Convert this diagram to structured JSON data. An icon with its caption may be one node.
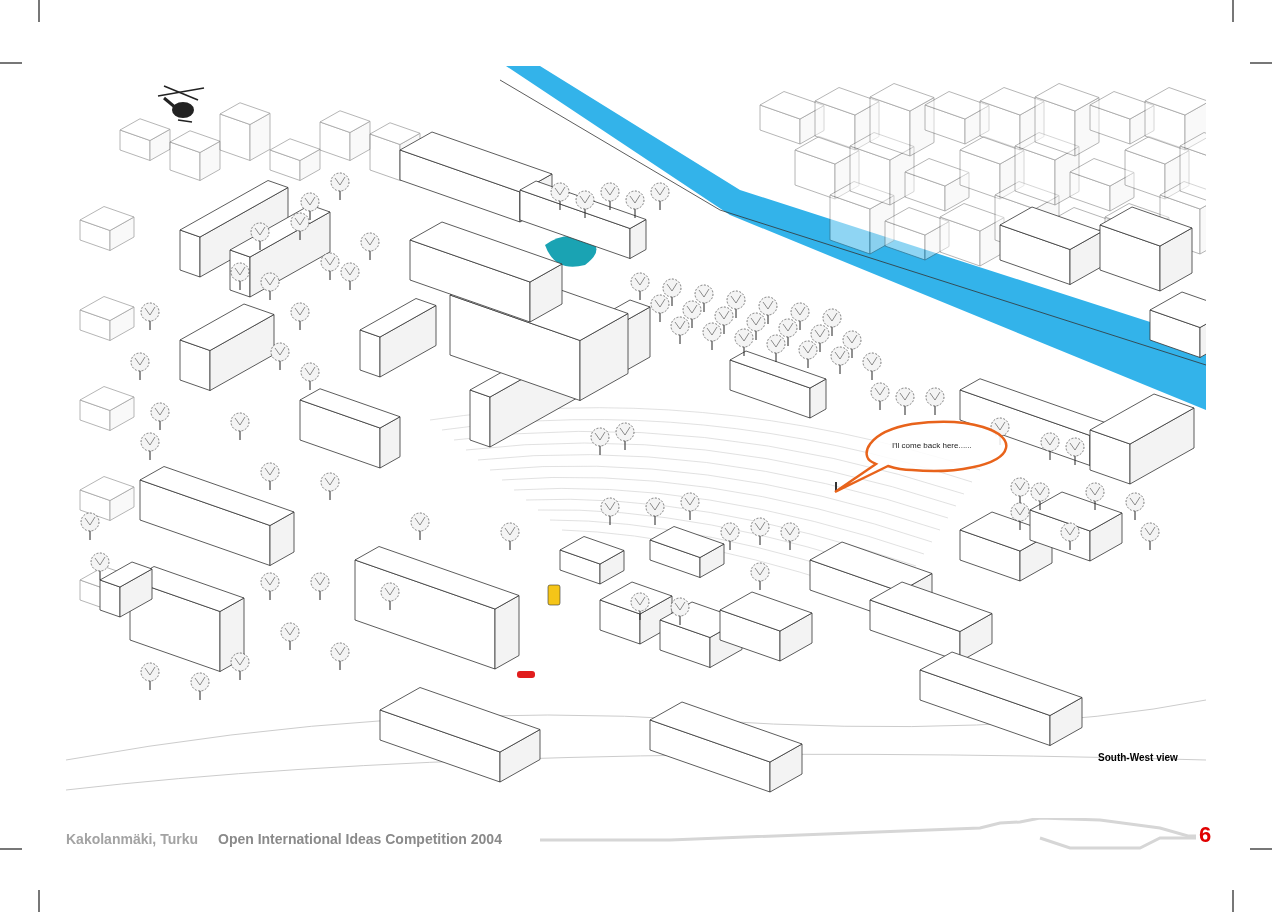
{
  "diagram": {
    "nodes": [
      {
        "text": [
          "I'll come back here......"
        ]
      }
    ],
    "labels": [
      "South-West view",
      "Kakolanmäki, Turku",
      "Open International Ideas Competition 2004",
      "6"
    ]
  }
}
